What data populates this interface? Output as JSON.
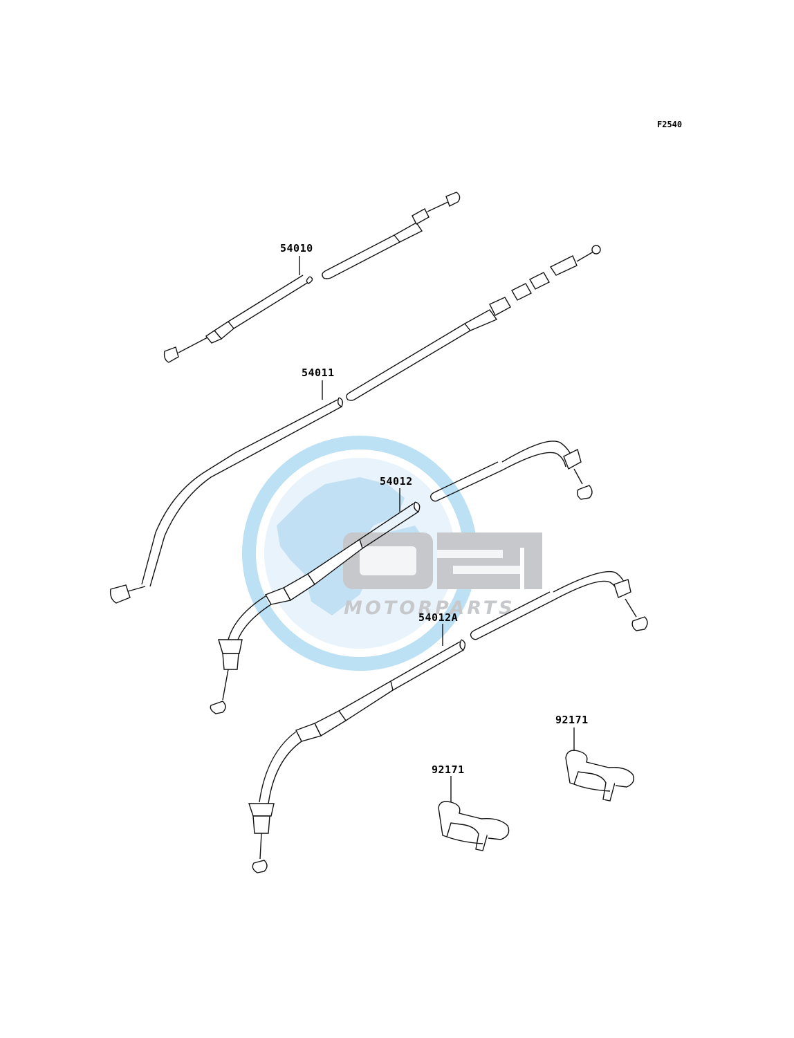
{
  "figure_code": "F2540",
  "parts": [
    {
      "id": "cable-54010",
      "number": "54010"
    },
    {
      "id": "cable-54011",
      "number": "54011"
    },
    {
      "id": "cable-54012",
      "number": "54012"
    },
    {
      "id": "cable-54012A",
      "number": "54012A"
    },
    {
      "id": "clamp-92171-right",
      "number": "92171"
    },
    {
      "id": "clamp-92171-left",
      "number": "92171"
    }
  ],
  "watermark": {
    "logo_text": "OSM",
    "sub_text": "MOTORPARTS",
    "globe_color": "#87c8ec",
    "text_color": "#9a9ca1"
  }
}
